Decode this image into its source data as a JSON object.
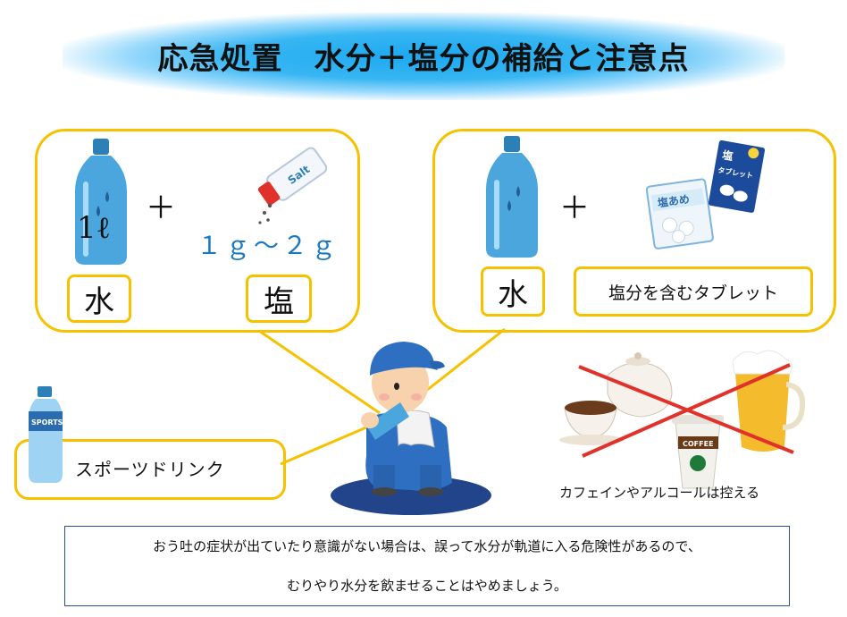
{
  "title": "応急処置　水分＋塩分の補給と注意点",
  "left_panel": {
    "plus": "＋",
    "water_amount": "1ℓ",
    "salt_amount": "１ｇ～２ｇ",
    "water_label": "水",
    "salt_label": "塩",
    "salt_shaker_text": "Salt"
  },
  "right_panel": {
    "plus": "＋",
    "water_label": "水",
    "tablet_label": "塩分を含むタブレット",
    "pack1_text": "塩あめ",
    "pack2_text": "塩タブレット"
  },
  "sports": {
    "label": "スポーツドリンク",
    "bottle_text": "SPORTS"
  },
  "avoid": {
    "label": "カフェインやアルコールは控える",
    "cup_text": "COFFEE"
  },
  "warning": {
    "line1": "おう吐の症状が出ていたり意識がない場合は、誤って水分が軌道に入る危険性があるので、",
    "line2": "むりやり水分を飲ませることはやめましょう。"
  },
  "colors": {
    "border_yellow": "#f5c100",
    "title_glow": "#1ca9f0",
    "salt_amount_blue": "#1a79c5",
    "cross_red": "#e0312a",
    "uniform_blue": "#2f6fc2"
  }
}
